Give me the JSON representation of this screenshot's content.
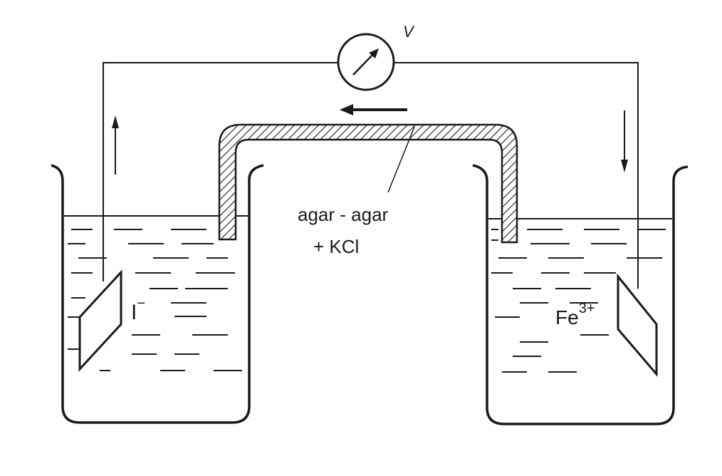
{
  "labels": {
    "voltmeter": "V",
    "salt_bridge_line1": "agar - agar",
    "salt_bridge_line2": "+ KCl",
    "left_ion": "I",
    "left_ion_charge": "−",
    "right_ion": "Fe",
    "right_ion_charge": "3+"
  },
  "colors": {
    "ink": "#1a1a1a",
    "hatch": "#1a1a1a",
    "background": "#ffffff"
  }
}
